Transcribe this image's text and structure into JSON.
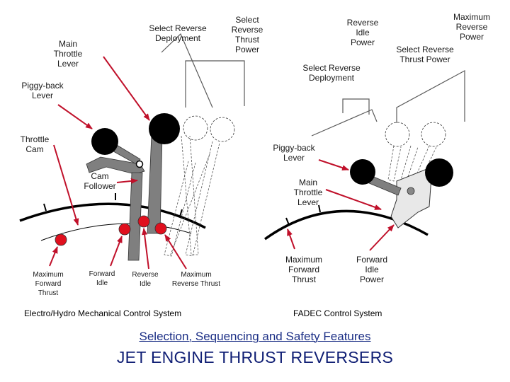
{
  "left": {
    "labels": {
      "select_reverse_deployment": "Select Reverse\nDeployment",
      "select_reverse_thrust_power": "Select\nReverse\nThrust\nPower",
      "main_throttle_lever": "Main\nThrottle\nLever",
      "piggy_back_lever": "Piggy-back\nLever",
      "throttle_cam": "Throttle\nCam",
      "cam_follower": "Cam\nFollower",
      "maximum_forward_thrust": "Maximum\nForward\nThrust",
      "forward_idle": "Forward\nIdle",
      "reverse_idle": "Reverse\nIdle",
      "maximum_reverse_thrust": "Maximum\nReverse Thrust"
    },
    "system_name": "Electro/Hydro Mechanical Control System"
  },
  "right": {
    "labels": {
      "reverse_idle_power": "Reverse\nIdle\nPower",
      "maximum_reverse_power": "Maximum\nReverse\nPower",
      "select_reverse_thrust_power": "Select Reverse\nThrust Power",
      "select_reverse_deployment": "Select Reverse\nDeployment",
      "piggy_back_lever": "Piggy-back\nLever",
      "main_throttle_lever": "Main\nThrottle\nLever",
      "maximum_forward_thrust": "Maximum\nForward\nThrust",
      "forward_idle_power": "Forward\nIdle\nPower"
    },
    "system_name": "FADEC Control System"
  },
  "subtitle": "Selection, Sequencing and Safety Features",
  "title": "JET ENGINE THRUST REVERSERS",
  "colors": {
    "arrow": "#c0102a",
    "detent": "#e0101e",
    "lever_gray": "#7f7f7f",
    "knob": "#000000",
    "subtitle": "#1c2f86",
    "title": "#0f1e74"
  }
}
